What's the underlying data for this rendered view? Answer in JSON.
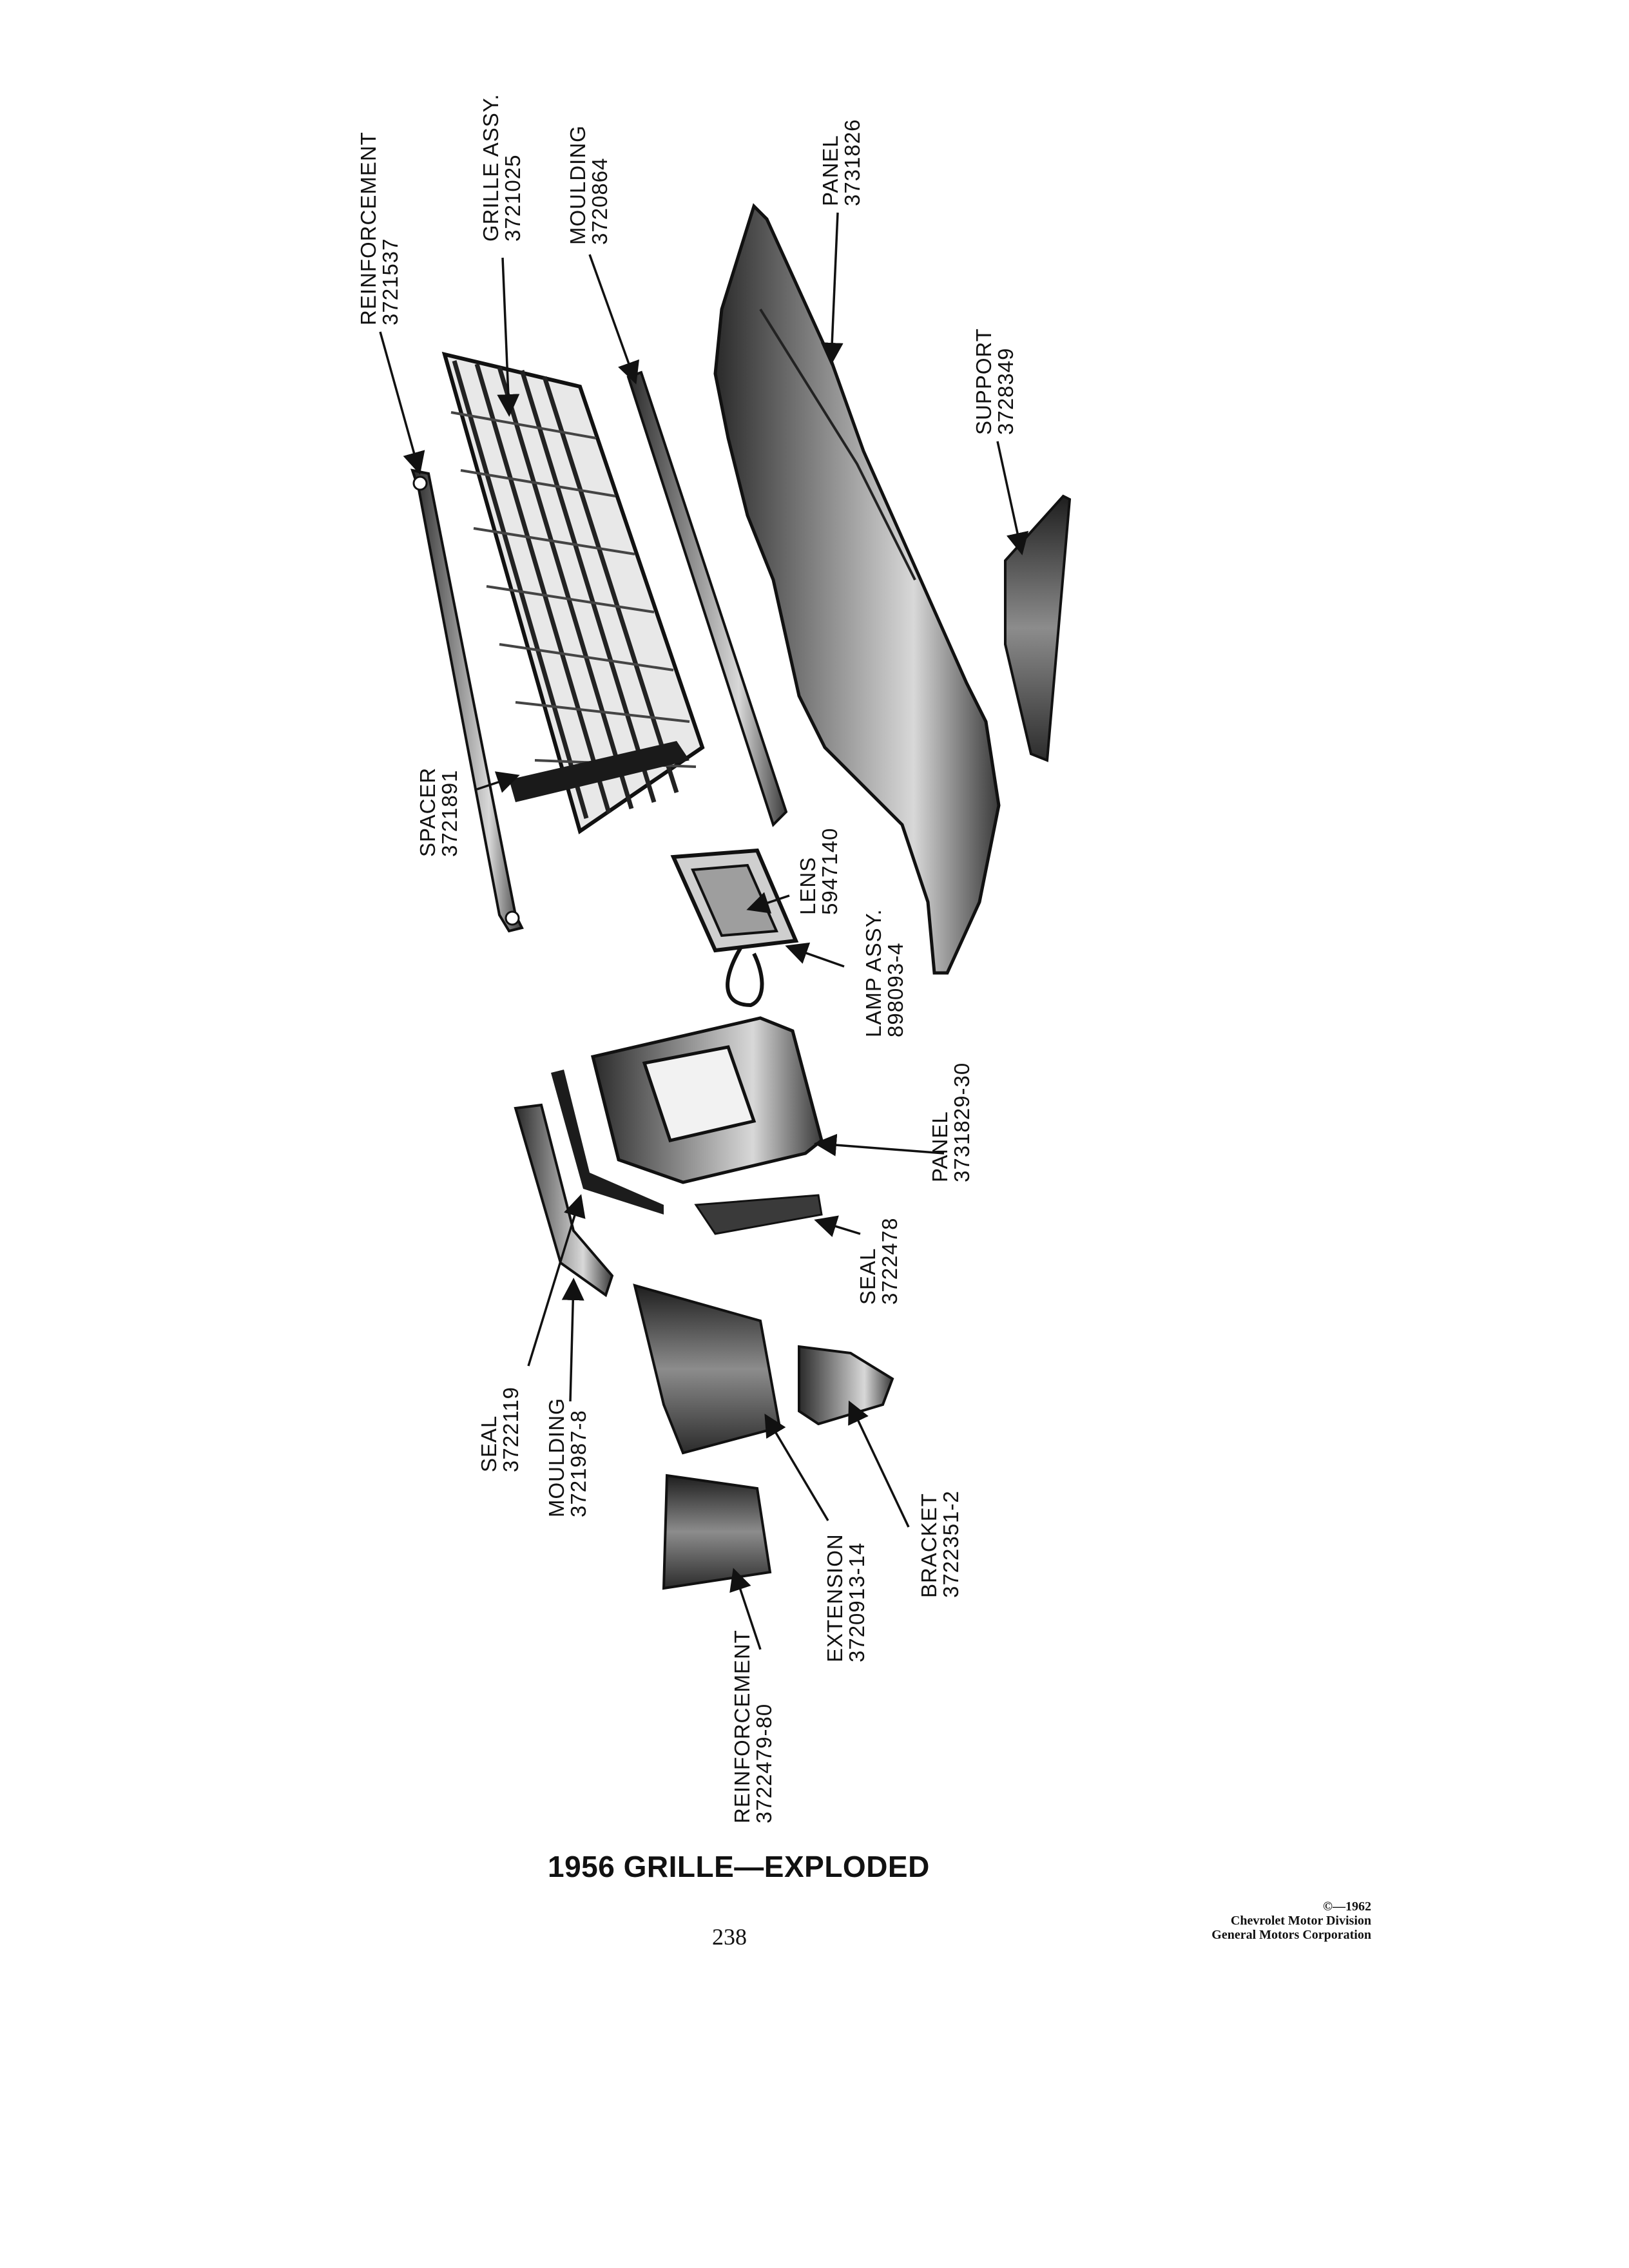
{
  "title": "1956 GRILLE—EXPLODED",
  "page_number": "238",
  "copyright": {
    "year_line": "©—1962",
    "division": "Chevrolet Motor Division",
    "corporation": "General Motors Corporation"
  },
  "callouts": {
    "reinforcement_top": {
      "name": "REINFORCEMENT",
      "part": "3721537"
    },
    "grille_assy": {
      "name": "GRILLE ASSY.",
      "part": "3721025"
    },
    "moulding_top": {
      "name": "MOULDING",
      "part": "3720864"
    },
    "panel_top": {
      "name": "PANEL",
      "part": "3731826"
    },
    "support": {
      "name": "SUPPORT",
      "part": "3728349"
    },
    "spacer": {
      "name": "SPACER",
      "part": "3721891"
    },
    "lens": {
      "name": "LENS",
      "part": "5947140"
    },
    "lamp_assy": {
      "name": "LAMP ASSY.",
      "part": "898093-4"
    },
    "panel_mid": {
      "name": "PANEL",
      "part": "3731829-30"
    },
    "seal_mid": {
      "name": "SEAL",
      "part": "3722478"
    },
    "seal_left": {
      "name": "SEAL",
      "part": "3722119"
    },
    "moulding_left": {
      "name": "MOULDING",
      "part": "3721987-8"
    },
    "bracket": {
      "name": "BRACKET",
      "part": "3722351-2"
    },
    "extension": {
      "name": "EXTENSION",
      "part": "3720913-14"
    },
    "reinforcement_bottom": {
      "name": "REINFORCEMENT",
      "part": "3722479-80"
    }
  }
}
